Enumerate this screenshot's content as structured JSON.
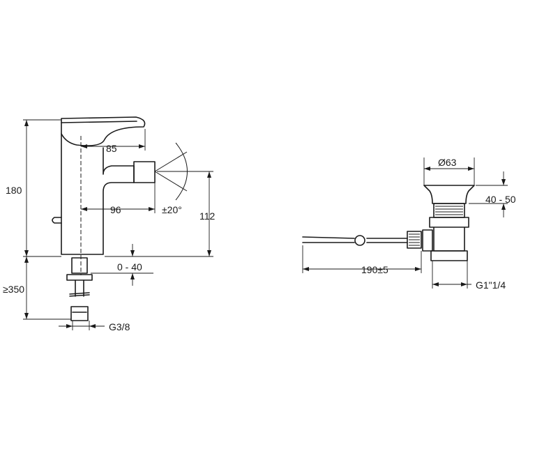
{
  "faucet": {
    "dim_height": "180",
    "dim_spout_reach": "85",
    "dim_outlet_reach": "96",
    "dim_swivel": "±20°",
    "dim_outlet_height": "112",
    "dim_deck": "0 - 40",
    "dim_hose_length": "≥350",
    "dim_thread": "G3/8"
  },
  "waste": {
    "dim_diameter": "Ø63",
    "dim_adjust": "40 - 50",
    "dim_rod_length": "190±5",
    "dim_thread": "G1\"1/4"
  }
}
